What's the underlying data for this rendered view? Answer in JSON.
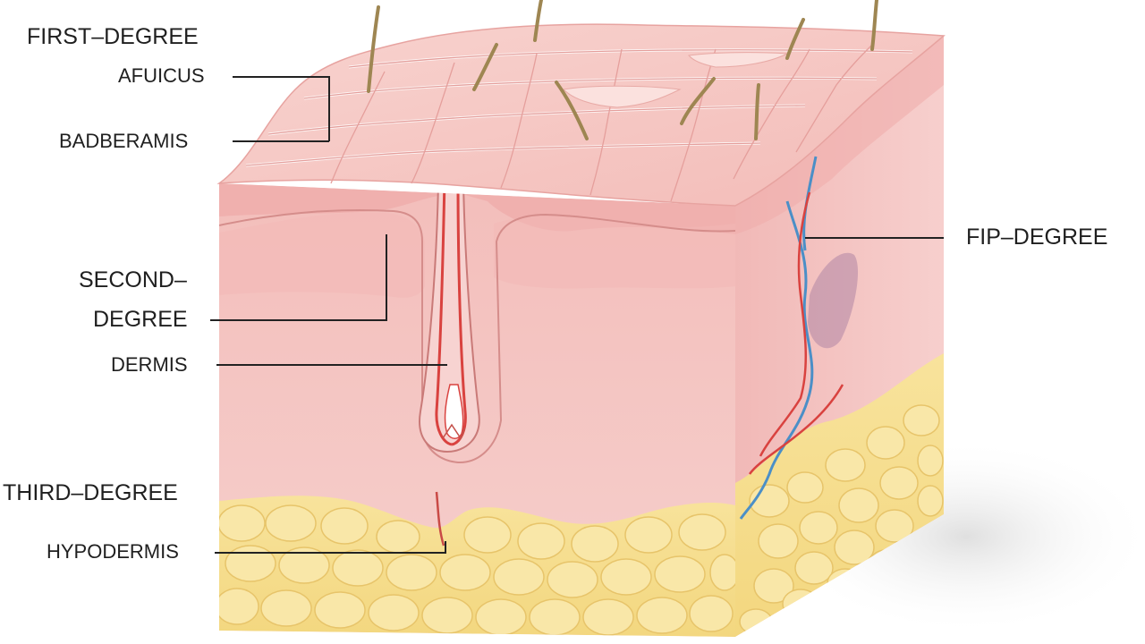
{
  "labels": {
    "first_degree": "FIRST–DEGREE",
    "afuicus": "AFUICUS",
    "badberamis": "BADBERAMIS",
    "second_degree_line1": "SECOND–",
    "second_degree_line2": "DEGREE",
    "dermis": "DERMIS",
    "third_degree": "THIRD–DEGREE",
    "hypodermis": "HYPODERMIS",
    "fip_degree": "FIP–DEGREE"
  },
  "colors": {
    "skin_top": "#f6c9c5",
    "skin_front": "#f2c2c0",
    "skin_side": "#ecb3b2",
    "epidermis_band": "#f4b8b6",
    "fat": "#f6df8e",
    "fat_side": "#edd17c",
    "vessel_red": "#d9423f",
    "vessel_blue": "#4b8fc7",
    "hair": "#9e8652",
    "leader_line": "#222222"
  }
}
